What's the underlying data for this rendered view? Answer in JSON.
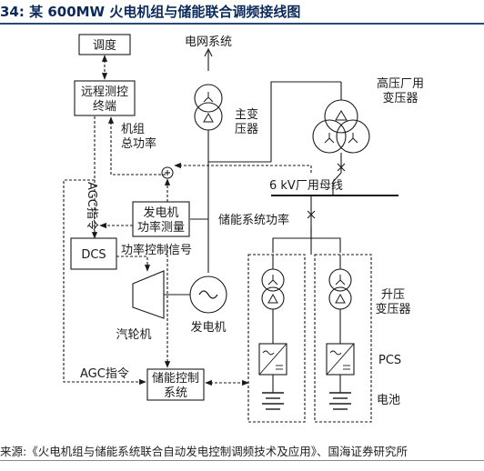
{
  "header": {
    "title": "34:  某 600MW 火电机组与储能联合调频接线图"
  },
  "diagram": {
    "dispatch": "调度",
    "rtu_line1": "远程测控",
    "rtu_line2": "终端",
    "unit_power_line1": "机组",
    "unit_power_line2": "总功率",
    "grid_system": "电网系统",
    "main_transformer_line1": "主变",
    "main_transformer_line2": "压器",
    "hv_aux_transformer_line1": "高压厂用",
    "hv_aux_transformer_line2": "变压器",
    "agc_command_vertical": "AGC指令",
    "busbar_label": "6 kV厂用母线",
    "gen_power_meter_line1": "发电机",
    "gen_power_meter_line2": "功率测量",
    "storage_system_power": "储能系统功率",
    "dcs": "DCS",
    "power_control_signal": "功率控制信号",
    "turbine": "汽轮机",
    "generator": "发电机",
    "step_up_transformer_line1": "升压",
    "step_up_transformer_line2": "变压器",
    "pcs": "PCS",
    "agc_command_horizontal": "AGC指令",
    "storage_controller_line1": "储能控制",
    "storage_controller_line2": "系统",
    "battery": "电池"
  },
  "footer": {
    "source": "来源:《火电机组与储能系统联合自动发电控制调频技术及应用》、国海证券研究所"
  }
}
